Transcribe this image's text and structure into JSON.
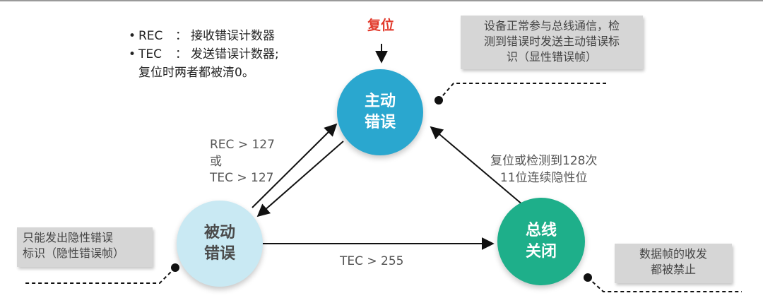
{
  "reset_label": "复位",
  "states": {
    "error_active": "主动\n错误",
    "error_passive": "被动\n错误",
    "bus_off": "总线\n关闭"
  },
  "counters": {
    "rec": {
      "abbr": "REC",
      "desc": "接收错误计数器"
    },
    "tec": {
      "abbr": "TEC",
      "desc": "发送错误计数器;"
    },
    "note": "复位时两者都被清0。"
  },
  "transitions": {
    "active_passive_line1": "REC > 127",
    "active_passive_or": "或",
    "active_passive_line2": "TEC > 127",
    "busoff_to_active": "复位或检测到128次\n11位连续隐性位",
    "passive_to_busoff": "TEC > 255"
  },
  "notes": {
    "active": "设备正常参与总线通信，检\n测到错误时发送主动错误标\n识（显性错误帧）",
    "passive": "只能发出隐性错误\n标识（隐性错误帧）",
    "bus_off": "数据帧的收发\n都被禁止"
  },
  "colors": {
    "active": "#2aa7cf",
    "passive": "#c9e9f3",
    "bus_off": "#1eaf8a",
    "reset": "#e23a2c",
    "note_bg": "#d6d6d6"
  }
}
